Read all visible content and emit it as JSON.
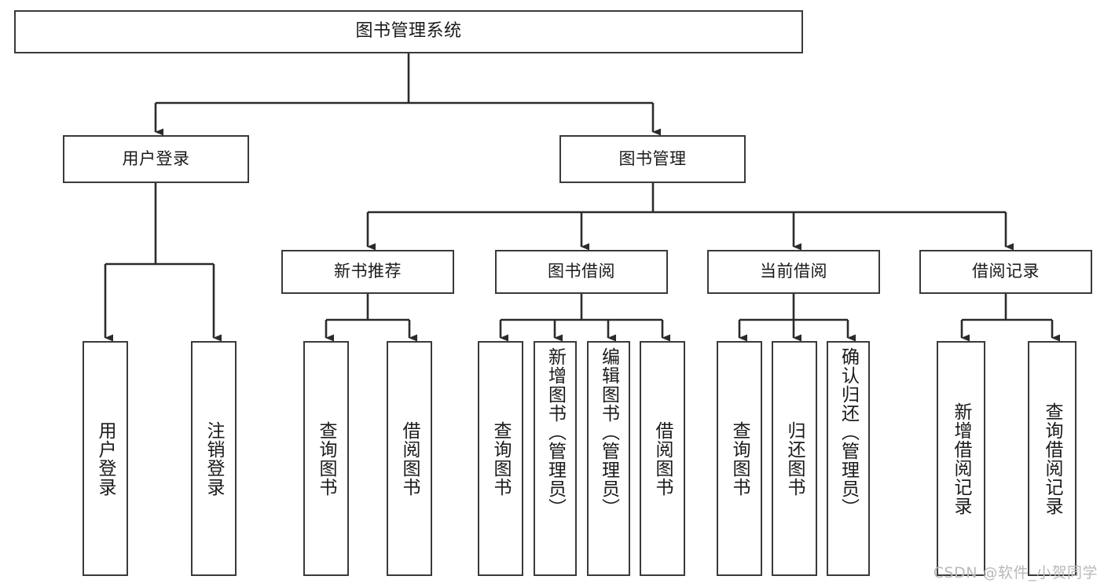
{
  "diagram": {
    "title": "图书管理系统",
    "type": "tree",
    "watermark": "CSDN @软件_小贺同学",
    "colors": {
      "box_border": "#3a3a3a",
      "box_fill": "#ffffff",
      "edge": "#2b2b2b",
      "text": "#1a1a1a",
      "watermark": "#b9b9b9",
      "background": "#ffffff"
    },
    "nodes": {
      "root": {
        "label": "图书管理系统"
      },
      "level2": [
        {
          "id": "user-login",
          "label": "用户登录"
        },
        {
          "id": "book-manage",
          "label": "图书管理"
        }
      ],
      "level3": [
        {
          "id": "new-book-recommend",
          "label": "新书推荐"
        },
        {
          "id": "book-borrow",
          "label": "图书借阅"
        },
        {
          "id": "current-borrow",
          "label": "当前借阅"
        },
        {
          "id": "borrow-record",
          "label": "借阅记录"
        }
      ],
      "leaves": {
        "user_login": [
          {
            "id": "leaf-user-login",
            "label": "用户登录"
          },
          {
            "id": "leaf-logout",
            "label": "注销登录"
          }
        ],
        "new_book_recommend": [
          {
            "id": "leaf-query-book-1",
            "label": "查询图书"
          },
          {
            "id": "leaf-borrow-book-1",
            "label": "借阅图书"
          }
        ],
        "book_borrow": [
          {
            "id": "leaf-query-book-2",
            "label": "查询图书"
          },
          {
            "id": "leaf-add-book",
            "label": "新增图书（管理员）"
          },
          {
            "id": "leaf-edit-book",
            "label": "编辑图书（管理员）"
          },
          {
            "id": "leaf-borrow-book-2",
            "label": "借阅图书"
          }
        ],
        "current_borrow": [
          {
            "id": "leaf-query-book-3",
            "label": "查询图书"
          },
          {
            "id": "leaf-return-book",
            "label": "归还图书"
          },
          {
            "id": "leaf-confirm-return",
            "label": "确认归还（管理员）"
          }
        ],
        "borrow_record": [
          {
            "id": "leaf-add-record",
            "label": "新增借阅记录"
          },
          {
            "id": "leaf-query-record",
            "label": "查询借阅记录"
          }
        ]
      }
    }
  }
}
